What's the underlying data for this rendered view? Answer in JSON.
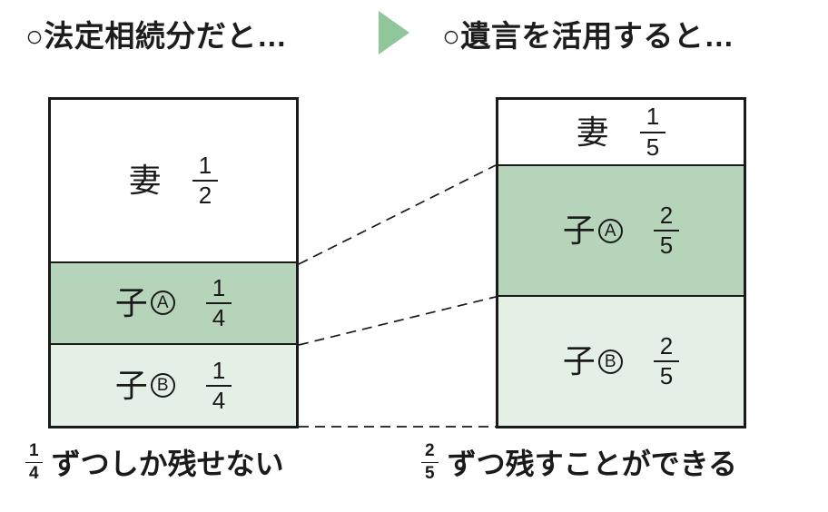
{
  "colors": {
    "outline": "#1a1a1a",
    "section_green_dark": "#b6d4ba",
    "section_green_light": "#e4f0e6",
    "arrow_green": "#8fc79b"
  },
  "header": {
    "left_title": "○法定相続分だと…",
    "right_title": "○遺言を活用すると…",
    "arrow_icon": "right-triangle-arrow-icon"
  },
  "left_panel": {
    "box": {
      "sections": [
        {
          "label": "妻",
          "badge": "",
          "num": "1",
          "den": "2"
        },
        {
          "label": "子",
          "badge": "A",
          "num": "1",
          "den": "4"
        },
        {
          "label": "子",
          "badge": "B",
          "num": "1",
          "den": "4"
        }
      ]
    },
    "caption": {
      "num": "1",
      "den": "4",
      "text": "ずつしか残せない"
    }
  },
  "right_panel": {
    "box": {
      "sections": [
        {
          "label": "妻",
          "badge": "",
          "num": "1",
          "den": "5"
        },
        {
          "label": "子",
          "badge": "A",
          "num": "2",
          "den": "5"
        },
        {
          "label": "子",
          "badge": "B",
          "num": "2",
          "den": "5"
        }
      ]
    },
    "caption": {
      "num": "2",
      "den": "5",
      "text": "ずつ残すことができる"
    }
  }
}
